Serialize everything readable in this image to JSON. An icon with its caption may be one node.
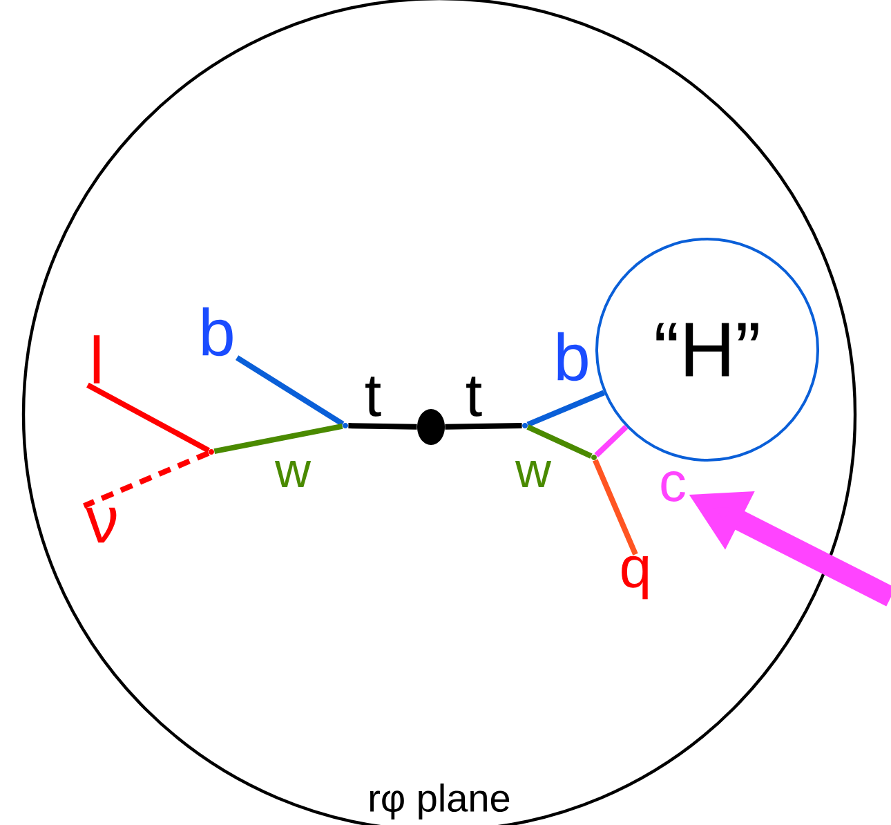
{
  "diagram": {
    "nodes": [
      {
        "text": [
          "rφ plane"
        ]
      },
      {
        "text": [
          "b"
        ],
        "in": 0
      },
      {
        "text": [
          "l"
        ],
        "in": 0
      },
      {
        "text": [
          "ν"
        ],
        "in": 0
      },
      {
        "text": [],
        "shape": "point",
        "in": 0
      },
      {
        "text": [],
        "shape": "point",
        "in": 0
      },
      {
        "text": [],
        "shape": "circle",
        "in": 0
      },
      {
        "text": [],
        "shape": "point",
        "in": 0
      },
      {
        "text": [],
        "shape": "point",
        "in": 0
      },
      {
        "text": [
          "“H”"
        ],
        "in": 0
      },
      {
        "text": [
          "c"
        ],
        "in": 0
      },
      {
        "text": [
          "q"
        ],
        "in": 0
      }
    ],
    "edges": [
      {
        "from": 5,
        "to": 1,
        "arrow": "none",
        "color": "#0a5fd8"
      },
      {
        "from": 4,
        "to": 2,
        "arrow": "none",
        "color": "#ff0000"
      },
      {
        "from": 4,
        "to": 3,
        "arrow": "none",
        "style": "dashed",
        "color": "#ff0000"
      },
      {
        "from": 4,
        "to": 5,
        "arrow": "none",
        "label": "w",
        "color": "#4a8a00"
      },
      {
        "from": 5,
        "to": 6,
        "arrow": "none",
        "label": "t",
        "color": "#000000"
      },
      {
        "from": 6,
        "to": 7,
        "arrow": "none",
        "label": "t",
        "color": "#000000"
      },
      {
        "from": 7,
        "to": 9,
        "arrow": "none",
        "color": "#0a5fd8"
      },
      {
        "from": 7,
        "to": 8,
        "arrow": "none",
        "label": "w",
        "color": "#4a8a00"
      },
      {
        "from": 8,
        "to": 9,
        "arrow": "none",
        "color": "#ff44ff"
      },
      {
        "from": 8,
        "to": 11,
        "arrow": "none",
        "color": "#ff5522"
      },
      {
        "from": null,
        "to": 10,
        "arrow": "to",
        "style": "thick",
        "color": "#ff44ff"
      }
    ],
    "labels": [
      "b"
    ]
  }
}
